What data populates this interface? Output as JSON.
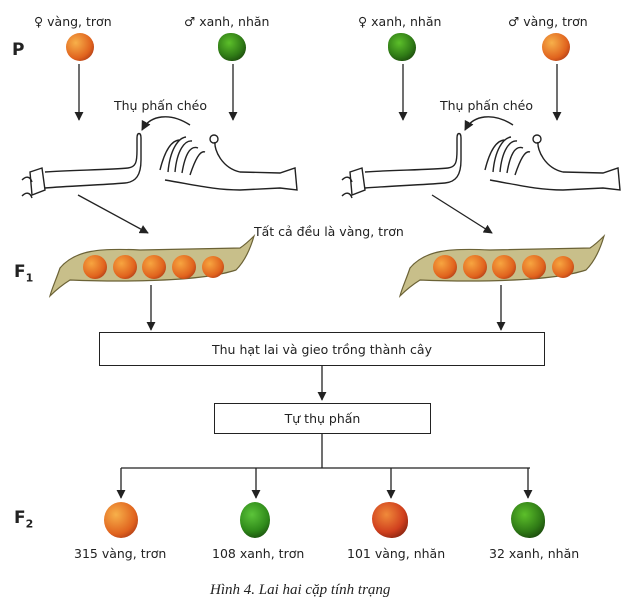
{
  "generations": {
    "p": "P",
    "f1": "F",
    "f1_sub": "1",
    "f2": "F",
    "f2_sub": "2"
  },
  "parents": [
    {
      "symbol": "♀",
      "label": "vàng, trơn",
      "seed": "yellow-smooth"
    },
    {
      "symbol": "♂",
      "label": "xanh, nhăn",
      "seed": "green-wrinkled"
    },
    {
      "symbol": "♀",
      "label": "xanh, nhăn",
      "seed": "green-wrinkled"
    },
    {
      "symbol": "♂",
      "label": "vàng, trơn",
      "seed": "yellow-smooth"
    }
  ],
  "cross_pollination_label": "Thụ phấn chéo",
  "f1_result": "Tất cả đều là vàng, trơn",
  "step_1": "Thu hạt lai và gieo trồng thành cây",
  "step_2": "Tự thụ phấn",
  "f2_results": [
    {
      "count": "315",
      "label": "315 vàng, trơn",
      "seed": "yellow-smooth"
    },
    {
      "count": "108",
      "label": "108 xanh, trơn",
      "seed": "green-smooth"
    },
    {
      "count": "101",
      "label": "101 vàng, nhăn",
      "seed": "yellow-wrinkled"
    },
    {
      "count": "32",
      "label": "32 xanh, nhăn",
      "seed": "green-wrinkled"
    }
  ],
  "caption": "Hình 4. Lai hai cặp tính trạng",
  "colors": {
    "yellow_seed": "#e8862a",
    "green_seed": "#3a8a1e",
    "pod": "#c8bf8a",
    "line": "#222222"
  }
}
